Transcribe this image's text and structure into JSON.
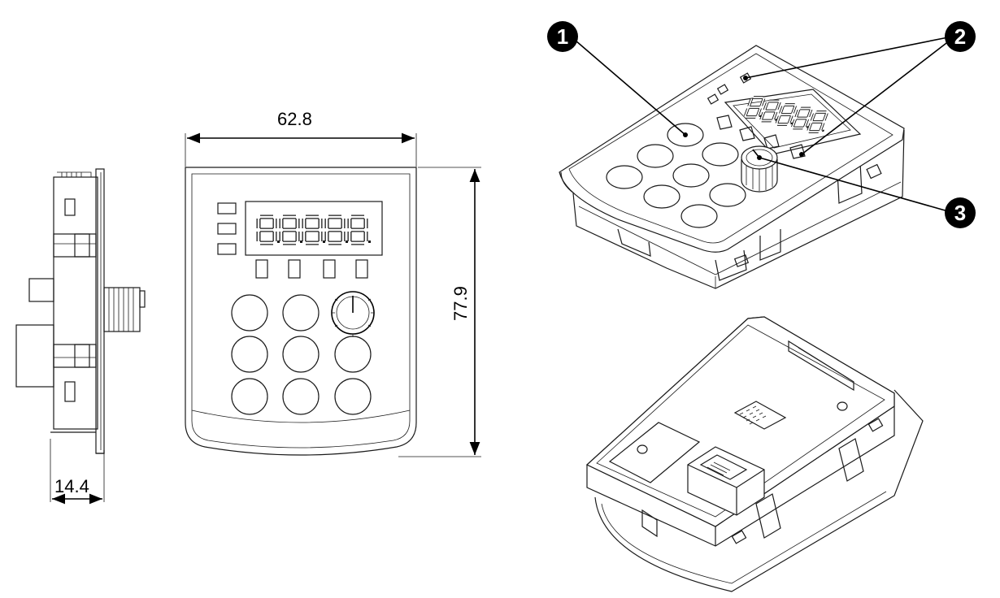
{
  "dimensions": {
    "width": "62.8",
    "height": "77.9",
    "depth": "14.4"
  },
  "callouts": [
    "1",
    "2",
    "3"
  ],
  "colors": {
    "line": "#1a1a1a",
    "callout_fill": "#000000",
    "background": "#ffffff"
  }
}
